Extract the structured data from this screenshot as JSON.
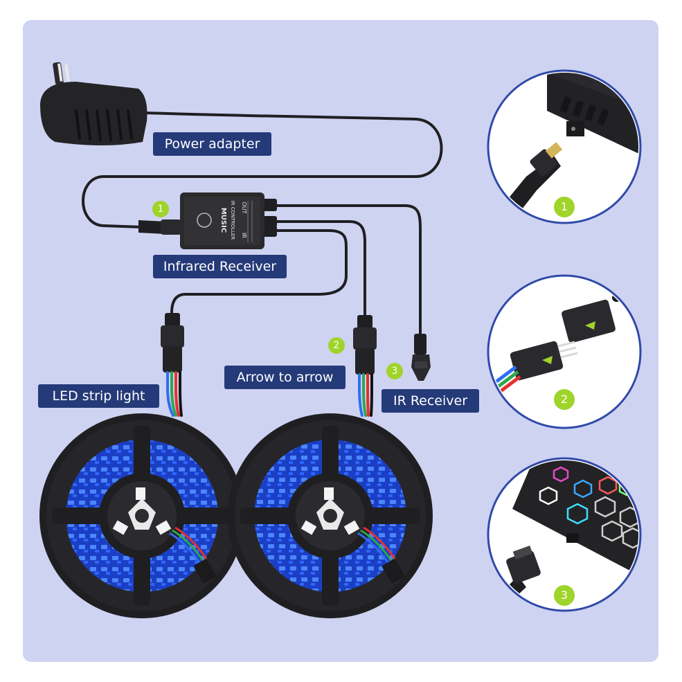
{
  "labels": {
    "power_adapter": "Power adapter",
    "infrared_receiver": "Infrared Receiver",
    "arrow_to_arrow": "Arrow to arrow",
    "led_strip_light": "LED strip light",
    "ir_receiver": "IR Receiver"
  },
  "controller_text": {
    "music": "MUSIC",
    "ir_controller": "IR CONTROLLER",
    "out": "OUT",
    "ir": "IR"
  },
  "badges": {
    "one": "1",
    "two": "2",
    "three": "3"
  },
  "colors": {
    "background_panel": "#cfd3f2",
    "label_bg": "#253a78",
    "badge": "#9fd42a",
    "zoom_circle_border": "#2f4aa8",
    "led_blue": "#2b5cff",
    "cable": "#1f1f22"
  }
}
